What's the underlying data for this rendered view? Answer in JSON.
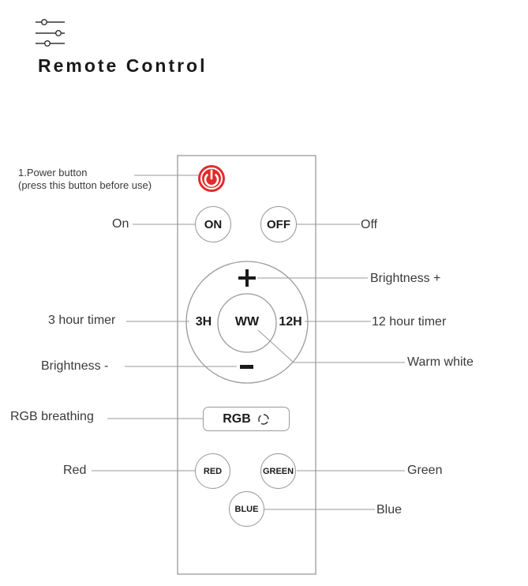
{
  "title": "Remote Control",
  "icons": {
    "header": "sliders-icon",
    "power": "power-icon",
    "plus": "plus-icon",
    "minus": "minus-icon",
    "rgb_cycle": "cycle-icon"
  },
  "colors": {
    "power_red": "#e32b2b",
    "line": "#9a9a9a",
    "text": "#333333"
  },
  "buttons": {
    "on": "ON",
    "off": "OFF",
    "timer3": "3H",
    "ww": "WW",
    "timer12": "12H",
    "rgb": "RGB",
    "red": "RED",
    "green": "GREEN",
    "blue": "BLUE"
  },
  "labels": {
    "power_line1": "1.Power button",
    "power_line2": "(press this button before use)",
    "on": "On",
    "off": "Off",
    "brightness_plus": "Brightness +",
    "timer3": "3 hour timer",
    "timer12": "12 hour timer",
    "brightness_minus": "Brightness -",
    "warm_white": "Warm white",
    "rgb_breathing": "RGB breathing",
    "red": "Red",
    "green": "Green",
    "blue": "Blue"
  }
}
